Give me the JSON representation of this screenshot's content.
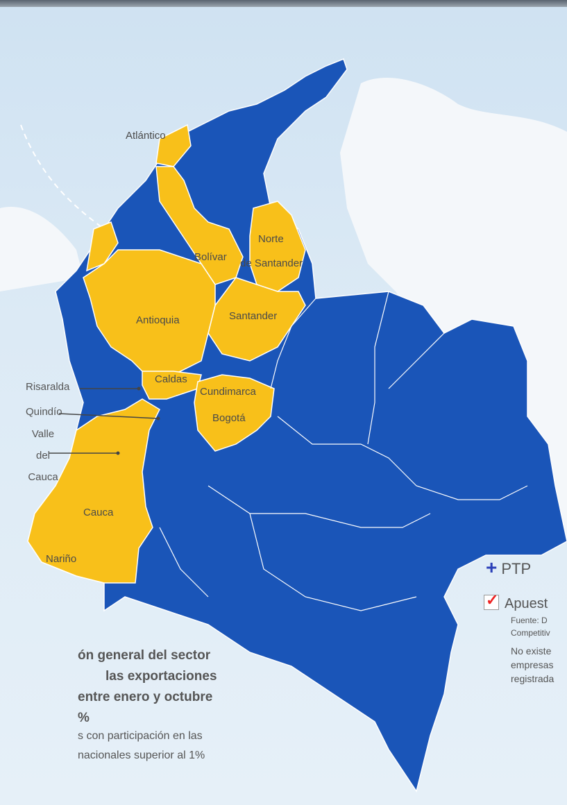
{
  "map": {
    "blue_color": "#1a55b8",
    "yellow_color": "#f8c01a",
    "labels": {
      "atlantico": "Atlántico",
      "bolivar": "Bolívar",
      "norte_1": "Norte",
      "norte_2": "de Santander",
      "santander": "Santander",
      "antioquia": "Antioquia",
      "caldas": "Caldas",
      "cundinamarca": "Cundimarca",
      "bogota": "Bogotá",
      "cauca": "Cauca",
      "narino": "Nariño",
      "risaralda": "Risaralda",
      "quindio": "Quindío",
      "valle_1": "Valle",
      "valle_2": "del",
      "valle_3": "Cauca"
    }
  },
  "legend": {
    "ptp_icon": "plus-icon",
    "ptp_label": "PTP",
    "apuesta_icon": "checkmark-icon",
    "apuesta_label": "Apuest",
    "source_1": "Fuente: D",
    "source_2": "Competitiv",
    "note_1": "No existe",
    "note_2": "empresas",
    "note_3": "registrada"
  },
  "text": {
    "line1": "ón general del sector",
    "line2": "  las   exportaciones",
    "line3": "entre enero y octubre",
    "line4": "%",
    "line5": "s con participación en las",
    "line6": "nacionales superior al 1%"
  }
}
